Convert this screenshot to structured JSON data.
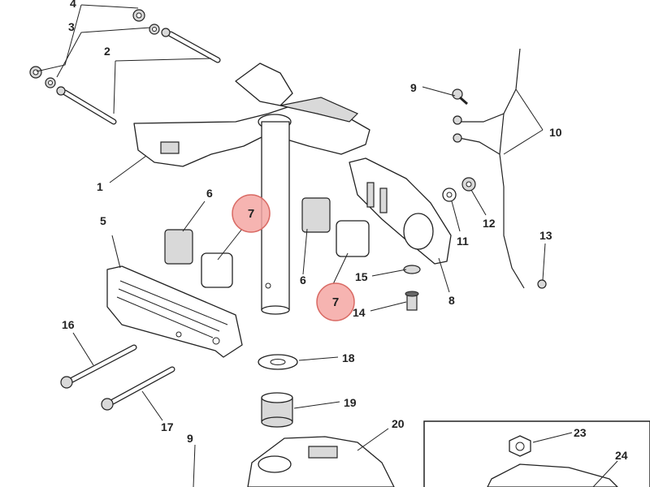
{
  "diagram": {
    "highlight_color": "#f4a7a3",
    "callouts": [
      "1",
      "2",
      "3",
      "4",
      "5",
      "6",
      "6",
      "7",
      "7",
      "8",
      "9",
      "9",
      "10",
      "11",
      "12",
      "13",
      "14",
      "15",
      "16",
      "17",
      "18",
      "19",
      "20",
      "23",
      "24"
    ]
  }
}
